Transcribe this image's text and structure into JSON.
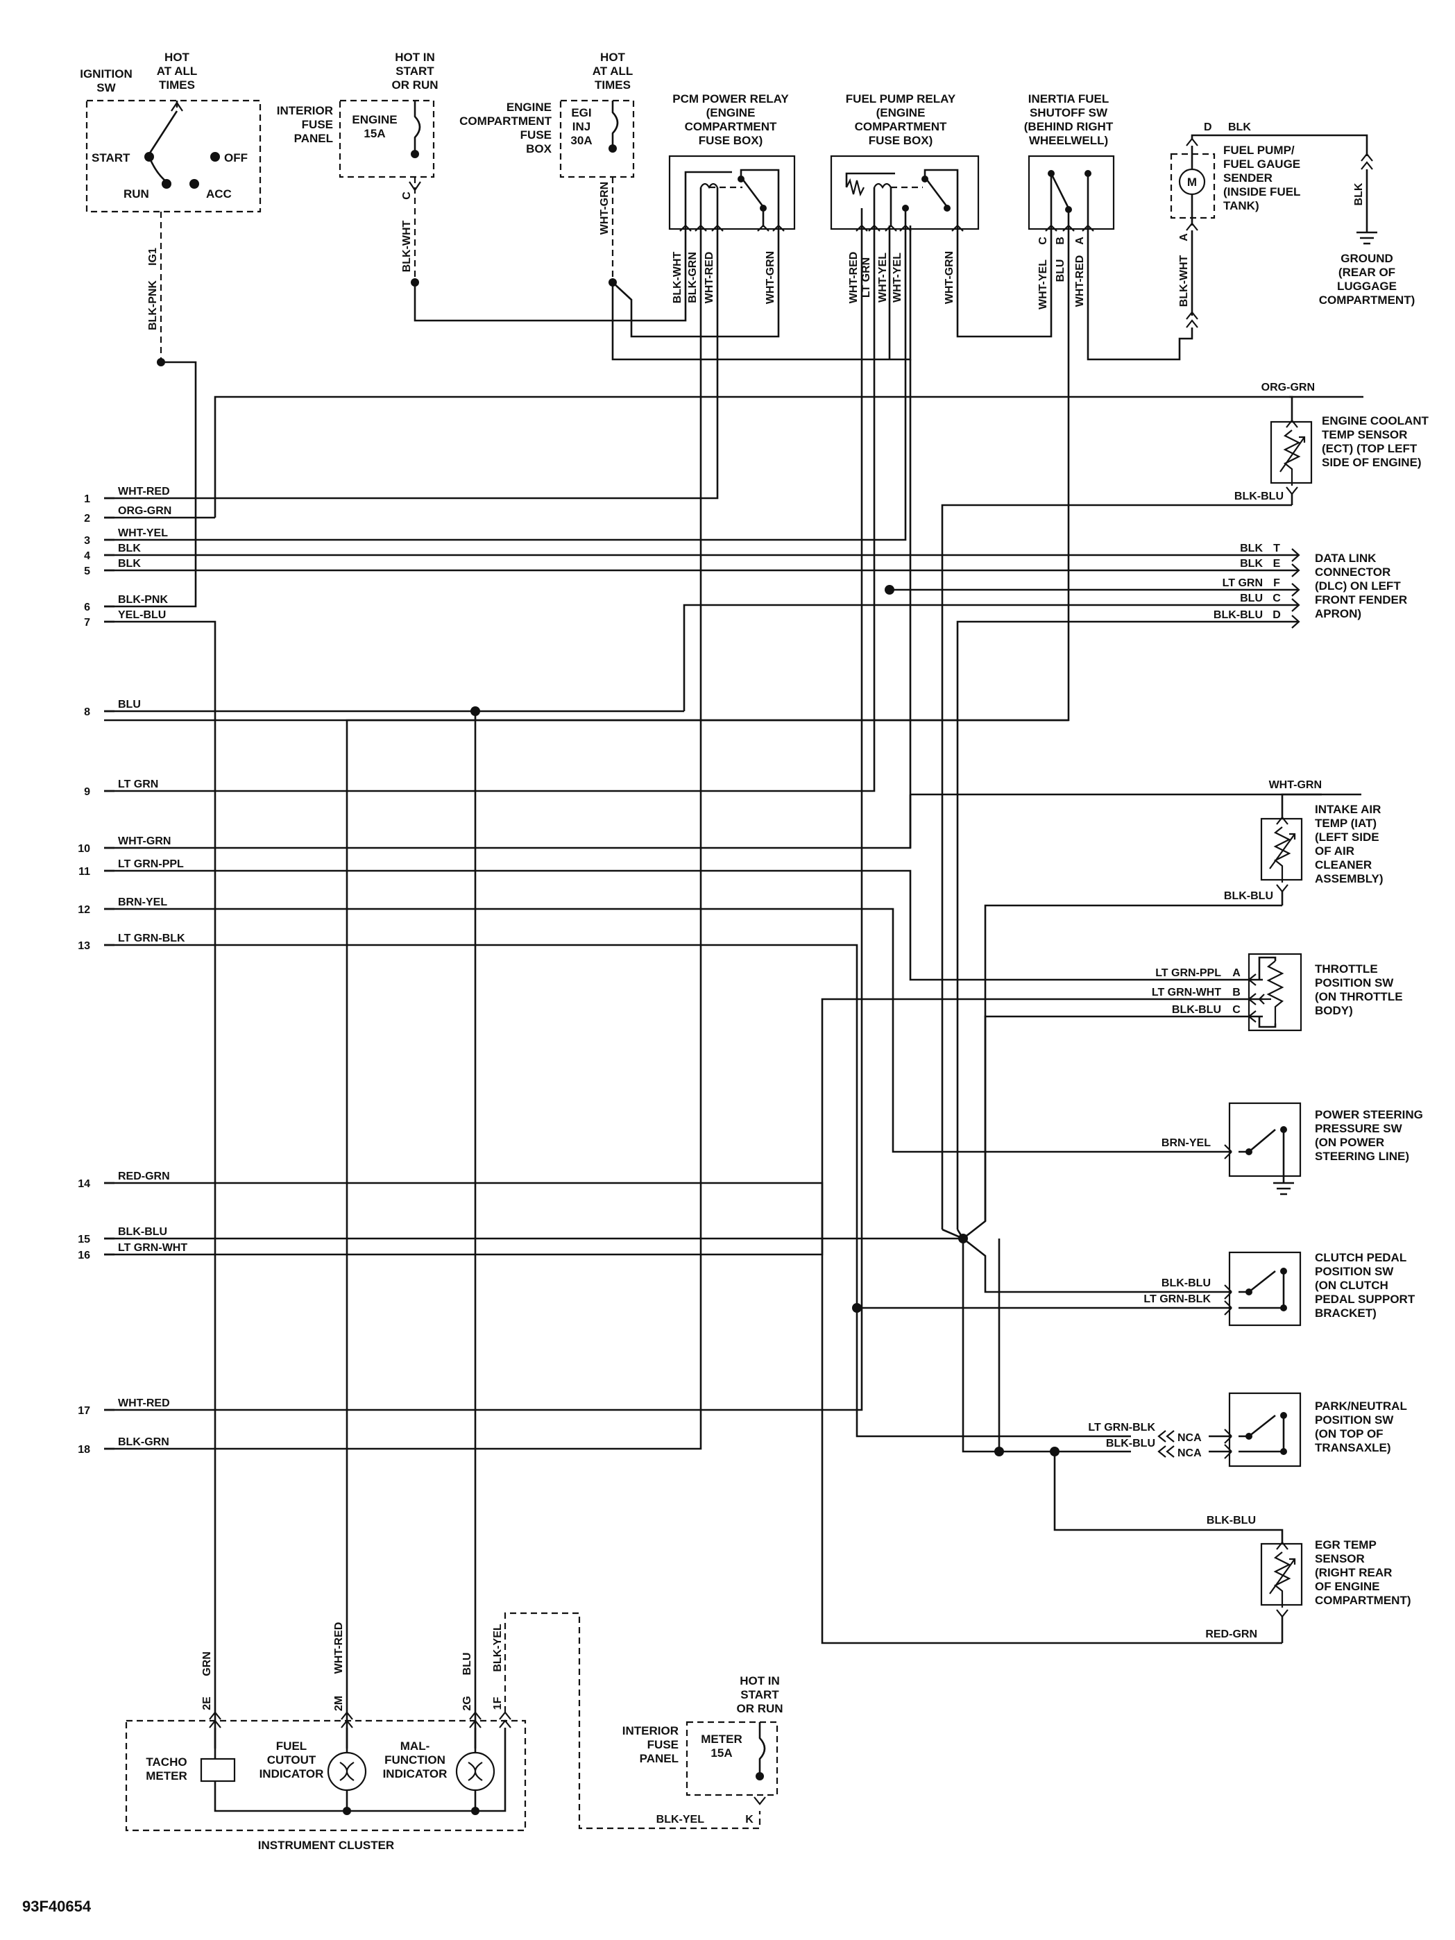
{
  "figure_id": "93F40654",
  "ignition": {
    "title": [
      "IGNITION",
      "SW"
    ],
    "hot_note": [
      "HOT",
      "AT ALL",
      "TIMES"
    ],
    "positions": [
      "START",
      "OFF",
      "RUN",
      "ACC"
    ],
    "terminal": "IG1",
    "wire": "BLK-PNK"
  },
  "engine_fuse": {
    "location": [
      "INTERIOR",
      "FUSE",
      "PANEL"
    ],
    "hot_note": [
      "HOT IN",
      "START",
      "OR RUN"
    ],
    "name": [
      "ENGINE",
      "15A"
    ],
    "wire": "BLK-WHT",
    "pin": "C"
  },
  "egi_fuse": {
    "location": [
      "ENGINE",
      "COMPARTMENT",
      "FUSE",
      "BOX"
    ],
    "hot_note": [
      "HOT",
      "AT ALL",
      "TIMES"
    ],
    "name": [
      "EGI",
      "INJ",
      "30A"
    ],
    "wire": "WHT-GRN"
  },
  "pcm_relay": {
    "title": [
      "PCM POWER RELAY",
      "(ENGINE",
      "COMPARTMENT",
      "FUSE BOX)"
    ],
    "wires": [
      "BLK-WHT",
      "BLK-GRN",
      "WHT-RED",
      "WHT-GRN"
    ]
  },
  "fuel_pump_relay": {
    "title": [
      "FUEL PUMP RELAY",
      "(ENGINE",
      "COMPARTMENT",
      "FUSE BOX)"
    ],
    "wires": [
      "WHT-RED",
      "LT GRN",
      "WHT-YEL",
      "WHT-YEL",
      "WHT-GRN"
    ]
  },
  "inertia_switch": {
    "title": [
      "INERTIA FUEL",
      "SHUTOFF SW",
      "(BEHIND RIGHT",
      "WHEELWELL)"
    ],
    "wires": [
      "WHT-YEL",
      "BLU",
      "WHT-RED"
    ],
    "pins": [
      "C",
      "B",
      "A"
    ]
  },
  "fuel_pump": {
    "label": [
      "FUEL PUMP/",
      "FUEL GAUGE",
      "SENDER",
      "(INSIDE FUEL",
      "TANK)"
    ],
    "motor": "M",
    "pin_d": "D",
    "wire_d": "BLK",
    "wire_a": "BLK-WHT",
    "pin_a": "A",
    "ground_wire": "BLK",
    "ground": [
      "GROUND",
      "(REAR OF",
      "LUGGAGE",
      "COMPARTMENT)"
    ]
  },
  "ecm_pins": [
    {
      "n": "1",
      "wire": "WHT-RED"
    },
    {
      "n": "2",
      "wire": "ORG-GRN"
    },
    {
      "n": "3",
      "wire": "WHT-YEL"
    },
    {
      "n": "4",
      "wire": "BLK"
    },
    {
      "n": "5",
      "wire": "BLK"
    },
    {
      "n": "6",
      "wire": "BLK-PNK"
    },
    {
      "n": "7",
      "wire": "YEL-BLU"
    },
    {
      "n": "8",
      "wire": "BLU"
    },
    {
      "n": "9",
      "wire": "LT GRN"
    },
    {
      "n": "10",
      "wire": "WHT-GRN"
    },
    {
      "n": "11",
      "wire": "LT GRN-PPL"
    },
    {
      "n": "12",
      "wire": "BRN-YEL"
    },
    {
      "n": "13",
      "wire": "LT GRN-BLK"
    },
    {
      "n": "14",
      "wire": "RED-GRN"
    },
    {
      "n": "15",
      "wire": "BLK-BLU"
    },
    {
      "n": "16",
      "wire": "LT GRN-WHT"
    },
    {
      "n": "17",
      "wire": "WHT-RED"
    },
    {
      "n": "18",
      "wire": "BLK-GRN"
    }
  ],
  "ect": {
    "label": [
      "ENGINE COOLANT",
      "TEMP SENSOR",
      "(ECT) (TOP LEFT",
      "SIDE OF ENGINE)"
    ],
    "wire_top": "ORG-GRN",
    "wire_bottom": "BLK-BLU"
  },
  "dlc": {
    "label": [
      "DATA LINK",
      "CONNECTOR",
      "(DLC) ON LEFT",
      "FRONT FENDER",
      "APRON)"
    ],
    "rows": [
      {
        "wire": "BLK",
        "pin": "T"
      },
      {
        "wire": "BLK",
        "pin": "E"
      },
      {
        "wire": "LT GRN",
        "pin": "F"
      },
      {
        "wire": "BLU",
        "pin": "C"
      },
      {
        "wire": "BLK-BLU",
        "pin": "D"
      }
    ]
  },
  "iat": {
    "label": [
      "INTAKE AIR",
      "TEMP (IAT)",
      "(LEFT SIDE",
      "OF AIR",
      "CLEANER",
      "ASSEMBLY)"
    ],
    "wire_top": "WHT-GRN",
    "wire_bottom": "BLK-BLU"
  },
  "tps": {
    "label": [
      "THROTTLE",
      "POSITION SW",
      "(ON THROTTLE",
      "BODY)"
    ],
    "rows": [
      {
        "wire": "LT GRN-PPL",
        "pin": "A"
      },
      {
        "wire": "LT GRN-WHT",
        "pin": "B"
      },
      {
        "wire": "BLK-BLU",
        "pin": "C"
      }
    ]
  },
  "ps_switch": {
    "label": [
      "POWER STEERING",
      "PRESSURE SW",
      "(ON POWER",
      "STEERING LINE)"
    ],
    "wire": "BRN-YEL"
  },
  "clutch_switch": {
    "label": [
      "CLUTCH PEDAL",
      "POSITION SW",
      "(ON CLUTCH",
      "PEDAL SUPPORT",
      "BRACKET)"
    ],
    "wires": [
      "BLK-BLU",
      "LT GRN-BLK"
    ]
  },
  "pn_switch": {
    "label": [
      "PARK/NEUTRAL",
      "POSITION SW",
      "(ON TOP OF",
      "TRANSAXLE)"
    ],
    "wires": [
      "LT GRN-BLK",
      "BLK-BLU"
    ],
    "connector": "NCA"
  },
  "egr_sensor": {
    "label": [
      "EGR TEMP",
      "SENSOR",
      "(RIGHT REAR",
      "OF ENGINE",
      "COMPARTMENT)"
    ],
    "wire_top": "BLK-BLU",
    "wire_bottom": "RED-GRN"
  },
  "cluster": {
    "title": "INSTRUMENT CLUSTER",
    "pins": [
      {
        "pin": "2E",
        "wire": "GRN"
      },
      {
        "pin": "2M",
        "wire": "WHT-RED"
      },
      {
        "pin": "2G",
        "wire": "BLU"
      },
      {
        "pin": "1F",
        "wire": "BLK-YEL"
      }
    ],
    "tacho": [
      "TACHO",
      "METER"
    ],
    "fuel_cutout": [
      "FUEL",
      "CUTOUT",
      "INDICATOR"
    ],
    "malfunction": [
      "MAL-",
      "FUNCTION",
      "INDICATOR"
    ]
  },
  "meter_fuse": {
    "location": [
      "INTERIOR",
      "FUSE",
      "PANEL"
    ],
    "hot_note": [
      "HOT IN",
      "START",
      "OR RUN"
    ],
    "name": [
      "METER",
      "15A"
    ],
    "wire": "BLK-YEL",
    "pin": "K"
  }
}
